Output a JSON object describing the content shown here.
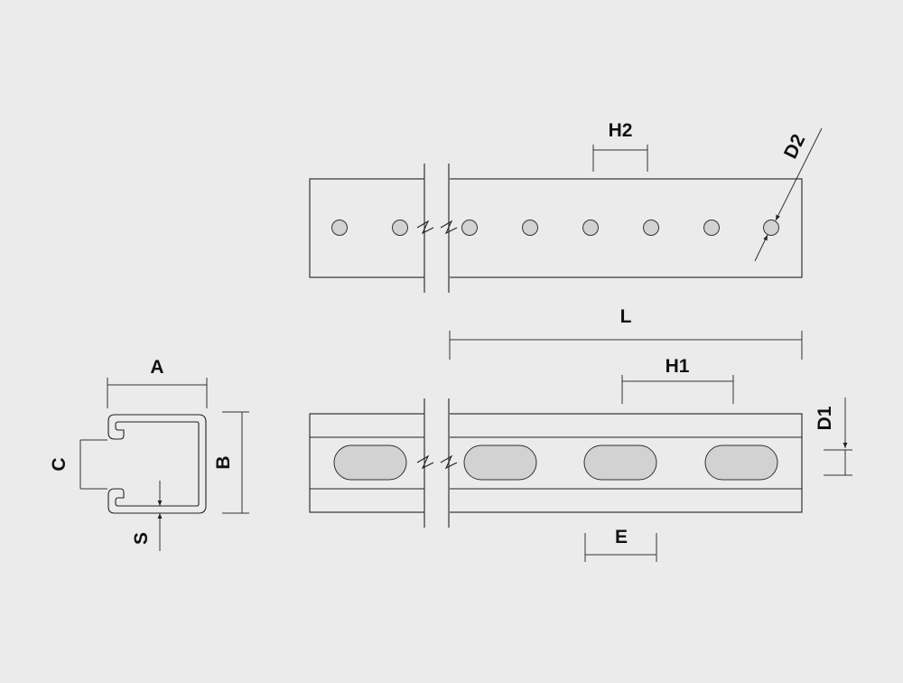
{
  "labels": {
    "a": "A",
    "b": "B",
    "c": "C",
    "s": "S",
    "l": "L",
    "h1": "H1",
    "h2": "H2",
    "d1": "D1",
    "d2": "D2",
    "e": "E"
  },
  "colors": {
    "background": "#ebebeb",
    "line": "#222222",
    "hole_fill": "#d2d2d2"
  }
}
